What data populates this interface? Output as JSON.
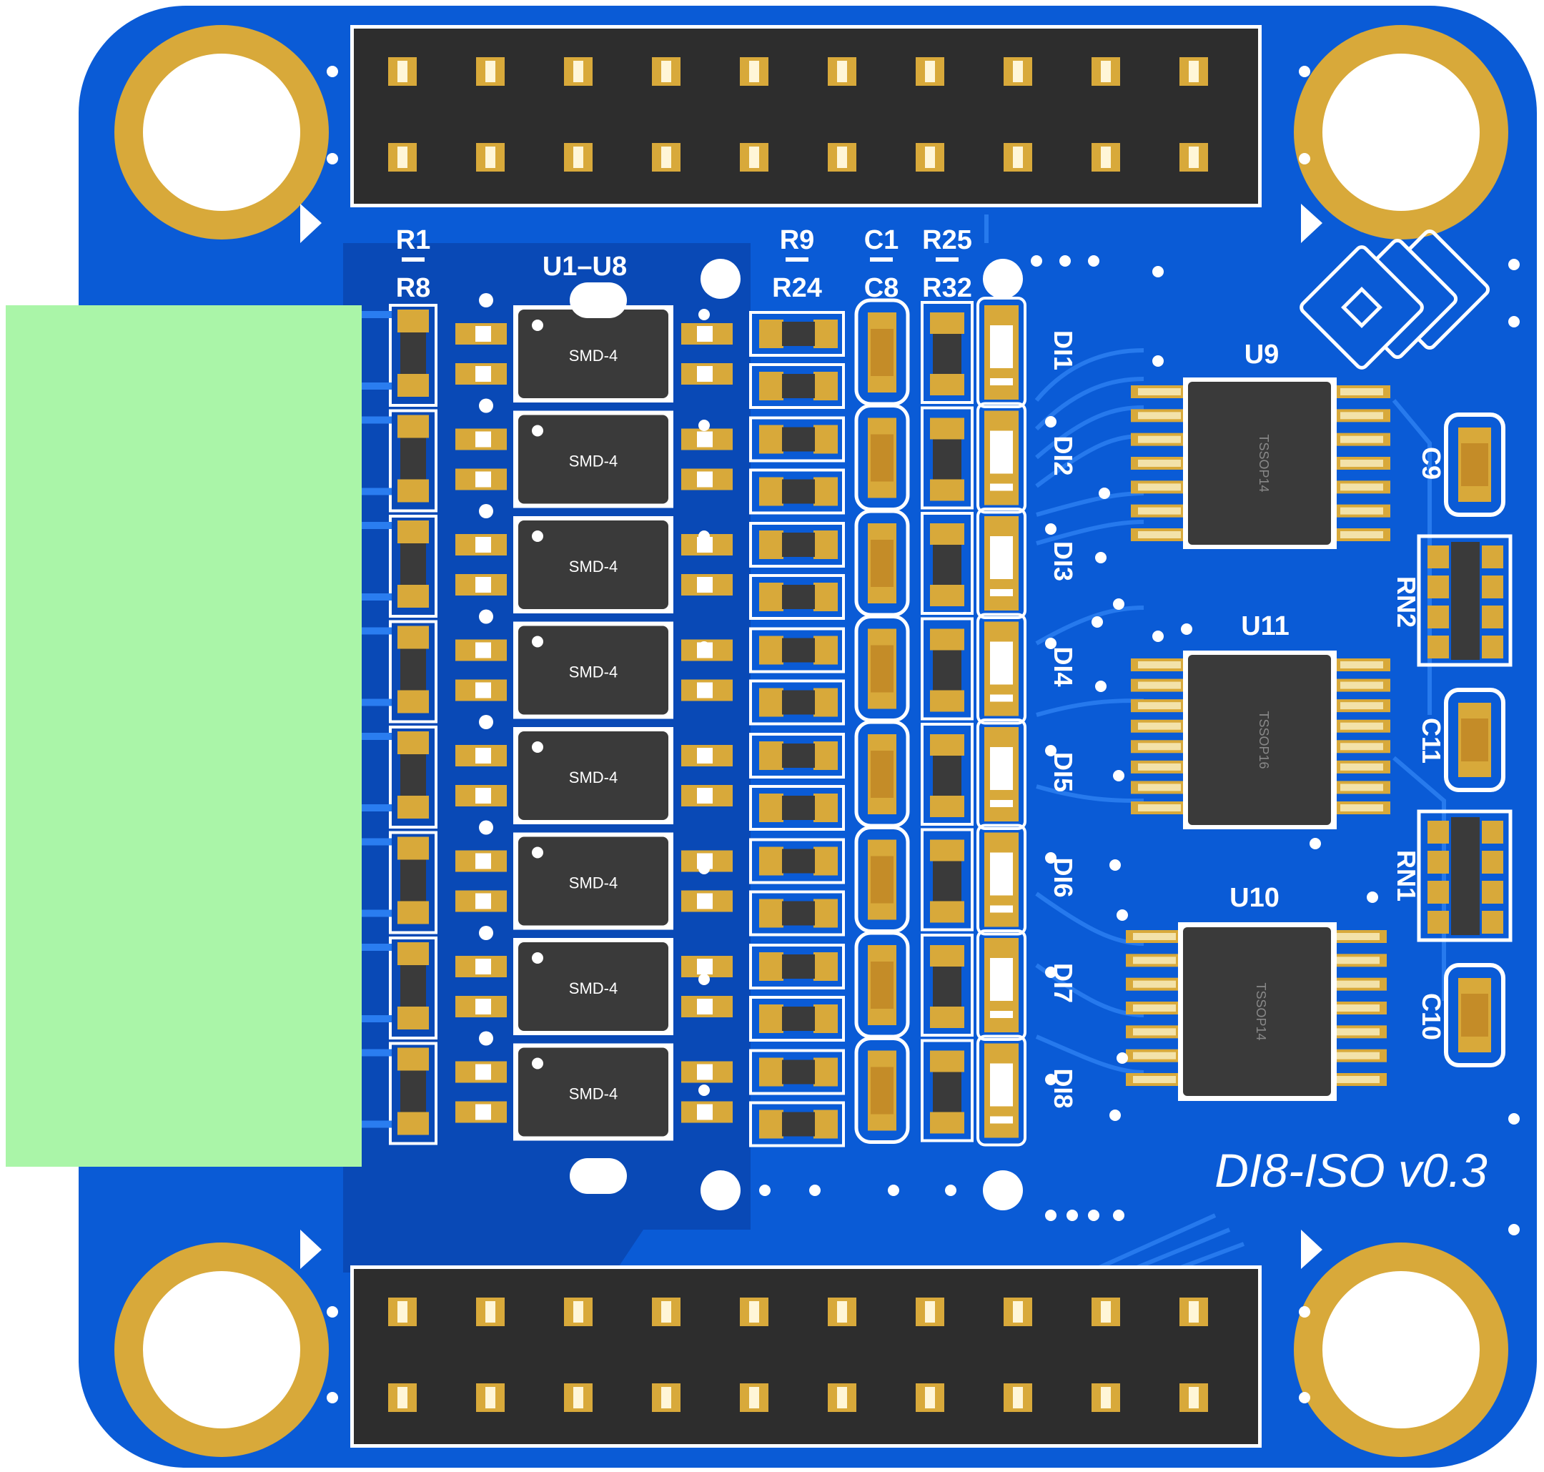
{
  "board": {
    "title": "DI8-ISO v0.3",
    "colors": {
      "pcb": "#0a5bd6",
      "pcb_dark": "#0a3a9c",
      "trace": "#1a6fe8",
      "pad_gold": "#d8a93a",
      "header_body": "#2d2d2d",
      "terminal": "#aaf5a8",
      "ic_body": "#3a3a3a",
      "silkscreen": "#ffffff"
    }
  },
  "labels": {
    "r1": "R1",
    "r8": "R8",
    "u1u8": "U1–U8",
    "r9": "R9",
    "r24": "R24",
    "c1": "C1",
    "c8": "C8",
    "r25": "R25",
    "r32": "R32",
    "u9": "U9",
    "u10": "U10",
    "u11": "U11",
    "c9": "C9",
    "c10": "C10",
    "c11": "C11",
    "rn1": "RN1",
    "rn2": "RN2"
  },
  "optocouplers": [
    {
      "package": "SMD-4"
    },
    {
      "package": "SMD-4"
    },
    {
      "package": "SMD-4"
    },
    {
      "package": "SMD-4"
    },
    {
      "package": "SMD-4"
    },
    {
      "package": "SMD-4"
    },
    {
      "package": "SMD-4"
    },
    {
      "package": "SMD-4"
    }
  ],
  "inputs": [
    "DI1",
    "DI2",
    "DI3",
    "DI4",
    "DI5",
    "DI6",
    "DI7",
    "DI8"
  ],
  "ics": {
    "u9_pkg": "TSSOP14",
    "u11_pkg": "TSSOP16",
    "u10_pkg": "TSSOP14"
  }
}
